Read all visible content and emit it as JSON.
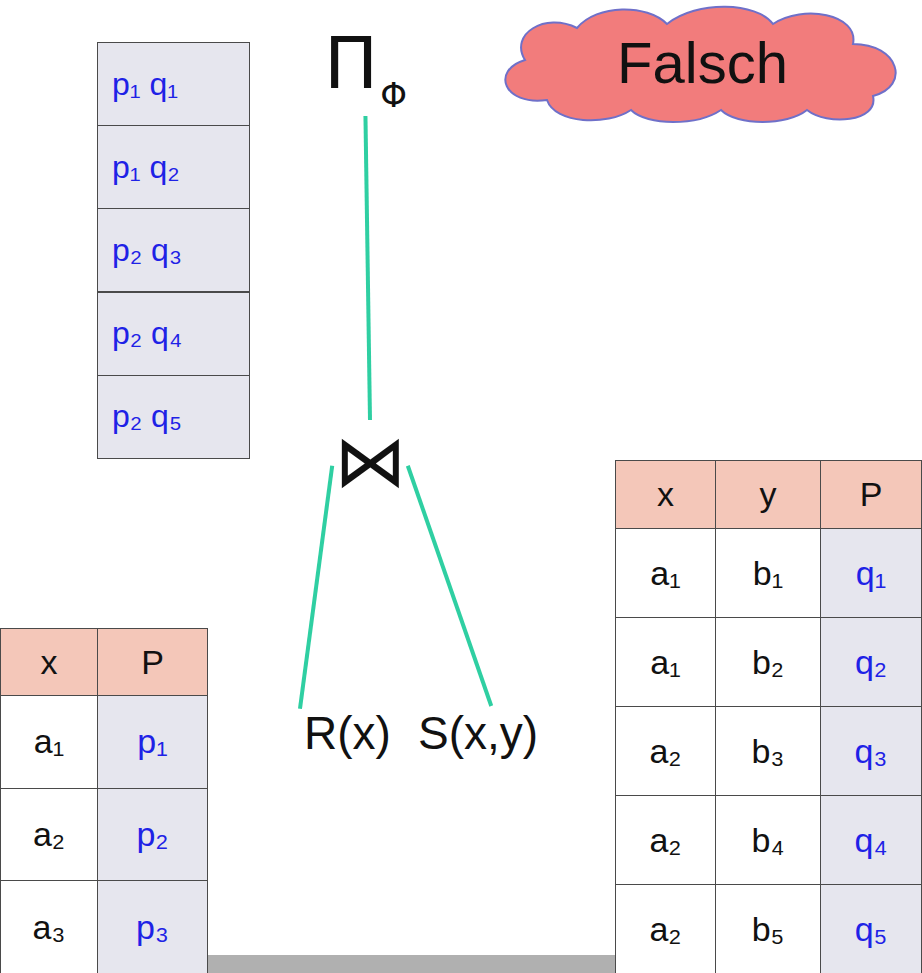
{
  "diagram": {
    "nodes": [
      {
        "text": [
          "Π",
          "Φ"
        ]
      },
      {
        "text": [
          "⋈"
        ]
      },
      {
        "text": [
          "R(x)"
        ]
      },
      {
        "text": [
          "S(x,y)"
        ]
      },
      {
        "text": [
          "Falsch"
        ]
      }
    ],
    "edges": [
      {
        "from": 0,
        "to": 1,
        "arrow": "none"
      },
      {
        "from": 1,
        "to": 2,
        "arrow": "none"
      },
      {
        "from": 1,
        "to": 3,
        "arrow": "none"
      }
    ],
    "labels": [
      "p₁ q₁",
      "p₁ q₂",
      "p₂ q₃",
      "p₂ q₄",
      "p₂ q₅",
      "x",
      "y",
      "P",
      "a₁",
      "b₁",
      "q₁",
      "a₁",
      "b₂",
      "q₂",
      "a₂",
      "b₃",
      "q₃",
      "a₂",
      "b₄",
      "q₄",
      "a₂",
      "b₅",
      "q₅",
      "x",
      "P",
      "a₁",
      "p₁",
      "a₂",
      "p₂",
      "a₃",
      "p₃"
    ]
  }
}
